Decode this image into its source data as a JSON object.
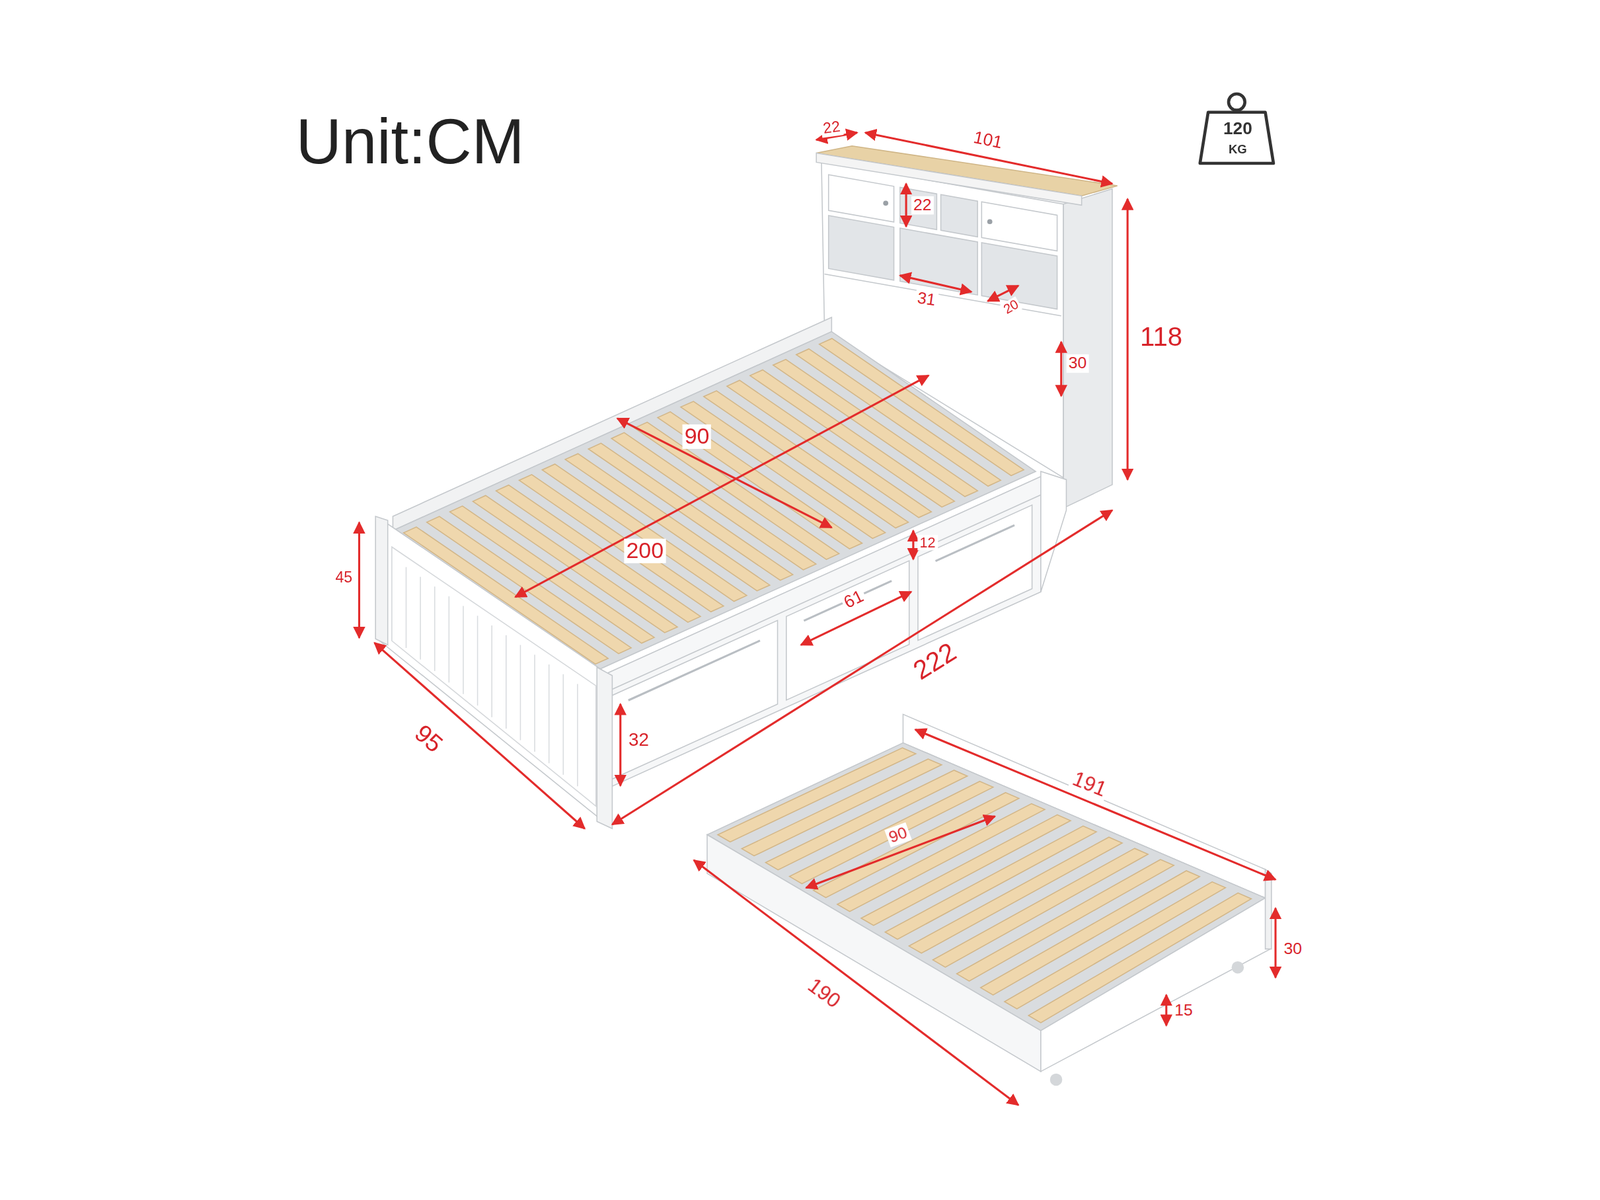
{
  "diagram": {
    "title": "Unit:CM",
    "labels": [
      "22",
      "101",
      "22",
      "31",
      "20",
      "118",
      "30",
      "90",
      "200",
      "12",
      "61",
      "222",
      "45",
      "95",
      "32",
      "191",
      "90",
      "190",
      "30",
      "15",
      "120",
      "KG"
    ]
  }
}
